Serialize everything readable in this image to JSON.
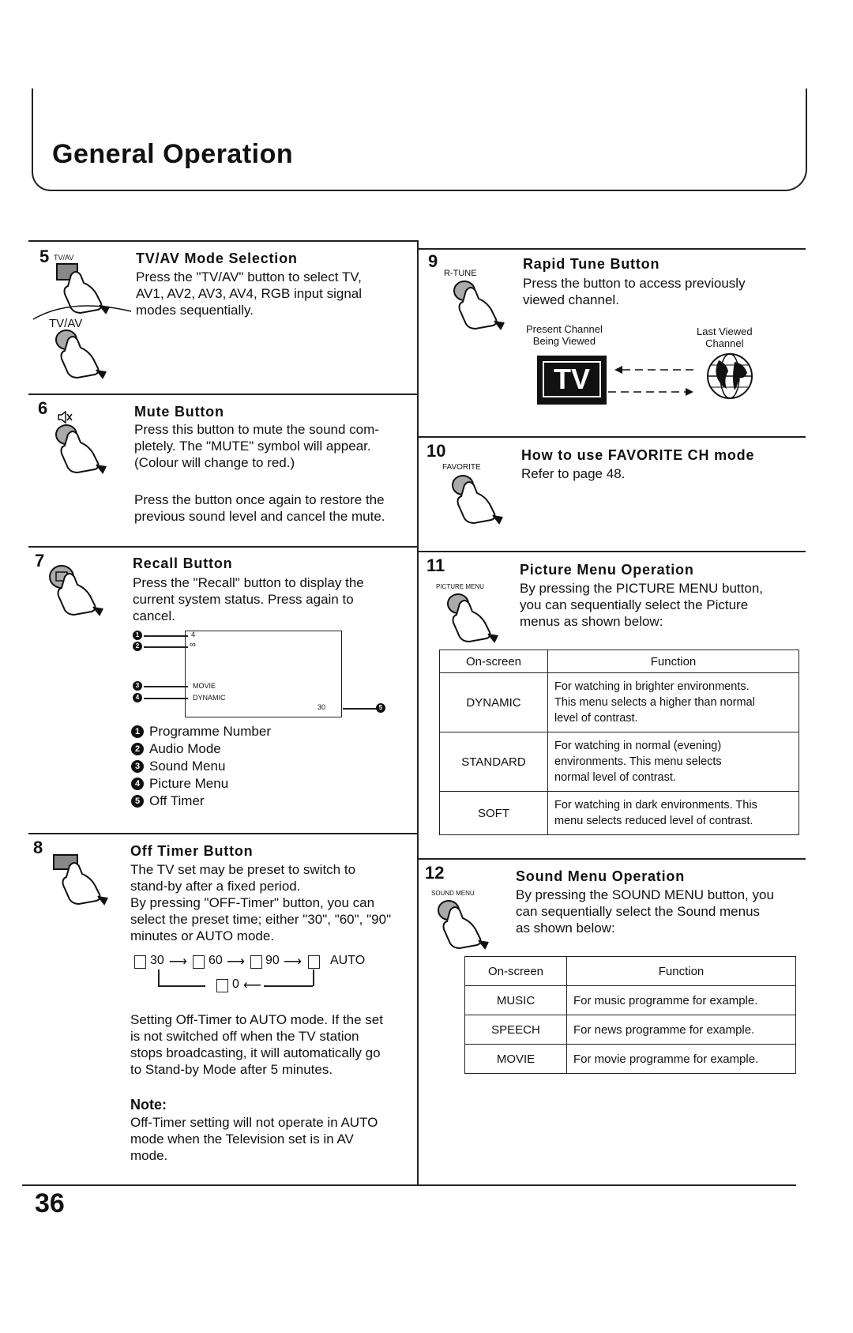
{
  "page_title": "General Operation",
  "page_number": "36",
  "s5": {
    "num": "5",
    "btn_label": "TV/AV",
    "btn_label2": "TV/AV",
    "heading": "TV/AV Mode Selection",
    "body": "Press the \"TV/AV\" button to select TV,\nAV1, AV2, AV3, AV4, RGB input signal\nmodes sequentially."
  },
  "s6": {
    "num": "6",
    "heading": "Mute Button",
    "body1": "Press this button to mute the sound com-\npletely. The \"MUTE\" symbol will appear.\n(Colour will change to red.)",
    "body2": "Press the button once again to restore the\nprevious sound level and cancel the mute."
  },
  "s7": {
    "num": "7",
    "heading": "Recall Button",
    "body": "Press the \"Recall\" button to display the\ncurrent system status. Press again to\ncancel.",
    "diagram": {
      "prog": "4",
      "audio": "∞",
      "sound": "MOVIE",
      "picture": "DYNAMIC",
      "timer": "30"
    },
    "legend": [
      {
        "n": "1",
        "label": "Programme Number"
      },
      {
        "n": "2",
        "label": "Audio Mode"
      },
      {
        "n": "3",
        "label": "Sound Menu"
      },
      {
        "n": "4",
        "label": "Picture Menu"
      },
      {
        "n": "5",
        "label": "Off Timer"
      }
    ]
  },
  "s8": {
    "num": "8",
    "heading": "Off Timer Button",
    "body": "The TV set may be preset to switch to\nstand-by after a fixed period.\nBy pressing \"OFF-Timer\" button, you can\nselect the preset time; either \"30\", \"60\", \"90\"\nminutes or AUTO mode.",
    "seq": [
      "30",
      "60",
      "90",
      "AUTO",
      "0"
    ],
    "body2": "Setting Off-Timer to AUTO mode. If the set\nis not switched off when the TV station\nstops broadcasting, it will automatically go\nto Stand-by Mode after 5 minutes.",
    "note_title": "Note:",
    "note": "Off-Timer setting will not operate in AUTO\nmode when the Television set is in AV\nmode."
  },
  "s9": {
    "num": "9",
    "btn_label": "R-TUNE",
    "heading": "Rapid Tune Button",
    "body": "Press the button to access previously\nviewed channel.",
    "left_label": "Present Channel\nBeing Viewed",
    "right_label": "Last Viewed\nChannel",
    "tv_text": "TV"
  },
  "s10": {
    "num": "10",
    "btn_label": "FAVORITE",
    "heading": "How to use FAVORITE CH mode",
    "body": "Refer to page 48."
  },
  "s11": {
    "num": "11",
    "btn_label": "PICTURE MENU",
    "heading": "Picture Menu Operation",
    "body": "By pressing the PICTURE MENU button,\nyou can sequentially select the Picture\nmenus as shown below:",
    "table_headers": [
      "On-screen",
      "Function"
    ],
    "rows": [
      {
        "screen": "DYNAMIC",
        "func": "For watching in brighter environments.\nThis menu selects a higher than normal\nlevel of contrast."
      },
      {
        "screen": "STANDARD",
        "func": "For watching in normal (evening)\nenvironments. This menu selects\nnormal level of contrast."
      },
      {
        "screen": "SOFT",
        "func": "For watching in dark environments. This\nmenu selects reduced level of contrast."
      }
    ]
  },
  "s12": {
    "num": "12",
    "btn_label": "SOUND MENU",
    "heading": "Sound Menu Operation",
    "body": "By pressing the SOUND MENU button, you\ncan sequentially select the Sound menus\nas shown below:",
    "table_headers": [
      "On-screen",
      "Function"
    ],
    "rows": [
      {
        "screen": "MUSIC",
        "func": "For music programme for example."
      },
      {
        "screen": "SPEECH",
        "func": "For news programme for example."
      },
      {
        "screen": "MOVIE",
        "func": "For movie programme for example."
      }
    ]
  }
}
